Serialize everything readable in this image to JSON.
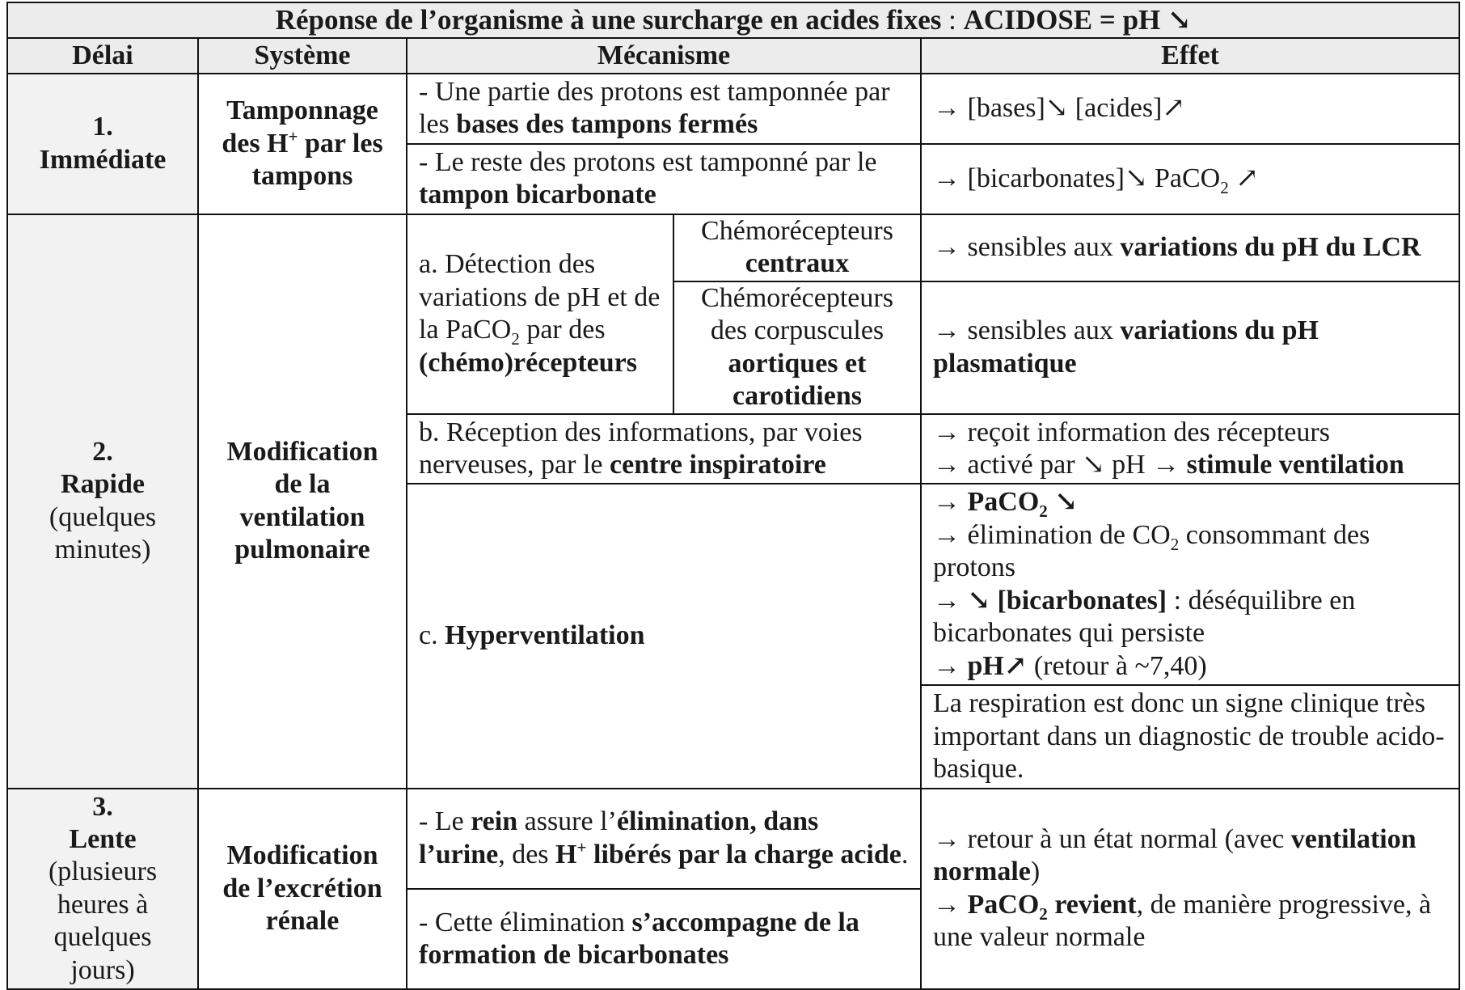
{
  "title": {
    "prefix": "Réponse de l’organisme à une surcharge en acides fixes",
    "sep": " : ",
    "suffix": "ACIDOSE = pH ↘"
  },
  "headers": {
    "delai": "Délai",
    "systeme": "Système",
    "mecanisme": "Mécanisme",
    "effet": "Effet"
  },
  "row1": {
    "delai": {
      "num": "1.",
      "label": "Immédiate"
    },
    "systeme": {
      "a": "Tamponnage",
      "b1": "des H",
      "sup": "+",
      "b2": " par les",
      "c": "tampons"
    },
    "mech1": {
      "t1": "- Une partie des protons est tamponnée par les ",
      "b": "bases des tampons fermés"
    },
    "effet1": "→ [bases]↘ [acides]↗",
    "mech2": {
      "t1": "- Le reste des protons est tamponné par le ",
      "b": "tampon bicarbonate"
    },
    "effet2": {
      "t1": "→ [bicarbonates]↘ PaCO",
      "sub": "2",
      "t2": " ↗"
    }
  },
  "row2": {
    "delai": {
      "num": "2.",
      "label": "Rapide",
      "paren1": "(quelques",
      "paren2": "minutes)"
    },
    "systeme": {
      "a": "Modification",
      "b": "de la",
      "c": "ventilation",
      "d": "pulmonaire"
    },
    "detection": {
      "t1": "a. Détection des variations de pH et de la PaCO",
      "sub": "2",
      "t2": " par des ",
      "b": "(chémo)récepteurs"
    },
    "chemo1": {
      "t": "Chémorécepteurs",
      "b": "centraux"
    },
    "chemo1_effet": {
      "t": "→ sensibles aux ",
      "b": "variations du pH du LCR"
    },
    "chemo2": {
      "t1": "Chémorécepteurs",
      "t2": "des corpuscules",
      "b": "aortiques et carotidiens"
    },
    "chemo2_effet": {
      "t": "→ sensibles aux ",
      "b": "variations du pH plasmatique"
    },
    "reception": {
      "t": "b. Réception des informations, par voies nerveuses, par le ",
      "b": "centre inspiratoire"
    },
    "reception_effet": {
      "l1": "→ reçoit information des récepteurs",
      "l2a": "→ activé par ↘ pH → ",
      "l2b": "stimule ventilation"
    },
    "hyper": {
      "t": "c. ",
      "b": "Hyperventilation"
    },
    "hyper_effet": {
      "l1a": "→ PaCO",
      "l1sub": "2",
      "l1b": " ↘",
      "l2a": "→ élimination de CO",
      "l2sub": "2",
      "l2b": " consommant des protons",
      "l3a": "→ ↘ [bicarbonates]",
      "l3b": " : déséquilibre en bicarbonates qui persiste",
      "l4a": "→ pH↗",
      "l4b": " (retour à ~7,40)"
    },
    "note": "La respiration est donc un signe clinique très important dans un diagnostic de trouble acido-basique."
  },
  "row3": {
    "delai": {
      "num": "3.",
      "label": "Lente",
      "p1": "(plusieurs",
      "p2": "heures à",
      "p3": "quelques",
      "p4": "jours)"
    },
    "systeme": {
      "a": "Modification",
      "b": "de l’excrétion",
      "c": "rénale"
    },
    "mech1": {
      "t1": "- Le ",
      "b1": "rein",
      "t2": " assure l’",
      "b2": "élimination, dans l’urine",
      "t3": ", des ",
      "b3": "H",
      "sup": "+",
      "b4": " libérés par la charge acide",
      "t4": "."
    },
    "mech2": {
      "t": "- Cette élimination ",
      "b": "s’accompagne de la formation de bicarbonates"
    },
    "effet": {
      "l1a": "→ retour à un état normal (avec ",
      "l1b": "ventilation normale",
      "l1c": ")",
      "l2a": "→ PaCO",
      "l2sub": "2",
      "l2b": " revient",
      "l2c": ", de manière progressive, à une valeur normale"
    }
  }
}
